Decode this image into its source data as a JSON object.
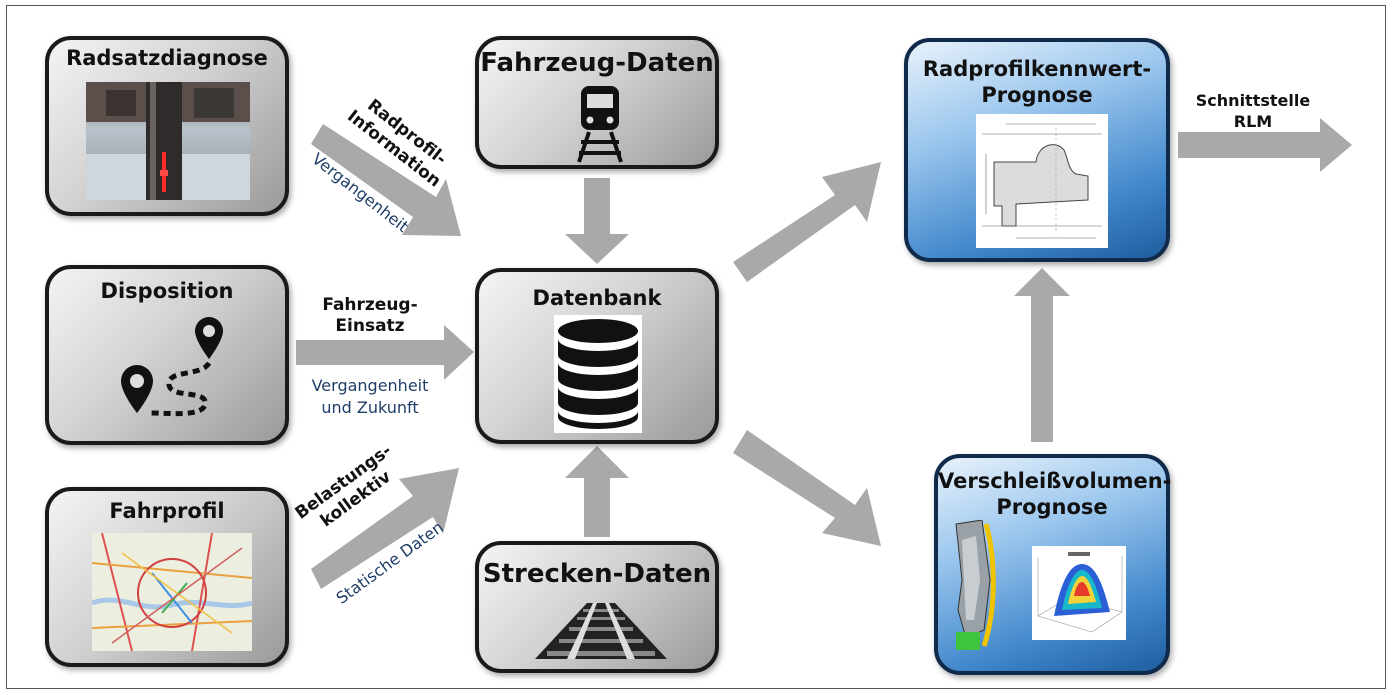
{
  "boxes": {
    "radsatzdiagnose": "Radsatzdiagnose",
    "disposition": "Disposition",
    "fahrprofil": "Fahrprofil",
    "fahrzeug_daten": "Fahrzeug-Daten",
    "datenbank": "Datenbank",
    "strecken_daten": "Strecken-Daten",
    "radprofil_prognose_line1": "Radprofilkennwert-",
    "radprofil_prognose_line2": "Prognose",
    "verschleiss_line1": "Verschleißvolumen-",
    "verschleiss_line2": "Prognose"
  },
  "arrows": {
    "radprofil_info_line1": "Radprofil-",
    "radprofil_info_line2": "Information",
    "vergangenheit": "Vergangenheit",
    "fahrzeug_einsatz_line1": "Fahrzeug-",
    "fahrzeug_einsatz_line2": "Einsatz",
    "vergangenheit_zukunft_line1": "Vergangenheit",
    "vergangenheit_zukunft_line2": "und Zukunft",
    "belastung_line1": "Belastungs-",
    "belastung_line2": "kollektiv",
    "statische_daten": "Statische Daten",
    "schnittstelle_line1": "Schnittstelle",
    "schnittstelle_line2": "RLM"
  },
  "colors": {
    "arrow": "#a9a9a9",
    "box_border": "#1a1a1a",
    "blue_box_border": "#0f2a4a",
    "sub_text": "#1f3e66"
  }
}
